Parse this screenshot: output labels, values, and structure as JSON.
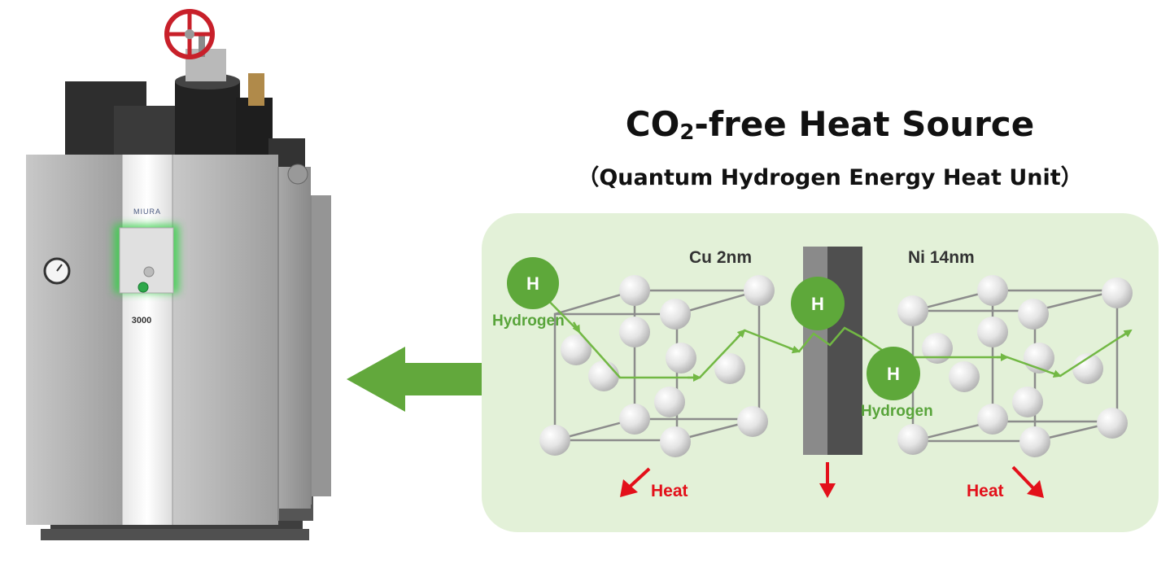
{
  "title": {
    "pre": "CO",
    "sub": "2",
    "post": "-free Heat Source"
  },
  "subtitle": "（Quantum Hydrogen Energy Heat Unit）",
  "boiler": {
    "brand": "MIURA",
    "model": "3000"
  },
  "diagram": {
    "layer_left": "Cu 2nm",
    "layer_right": "Ni 14nm",
    "atom_letter": "H",
    "hydrogen_label": "Hydrogen",
    "heat_label": "Heat"
  },
  "colors": {
    "panel": "#e3f1d8",
    "arrow_green": "#62a83c",
    "hydrogen_green": "#5ea83a",
    "heat_red": "#e3101a"
  }
}
